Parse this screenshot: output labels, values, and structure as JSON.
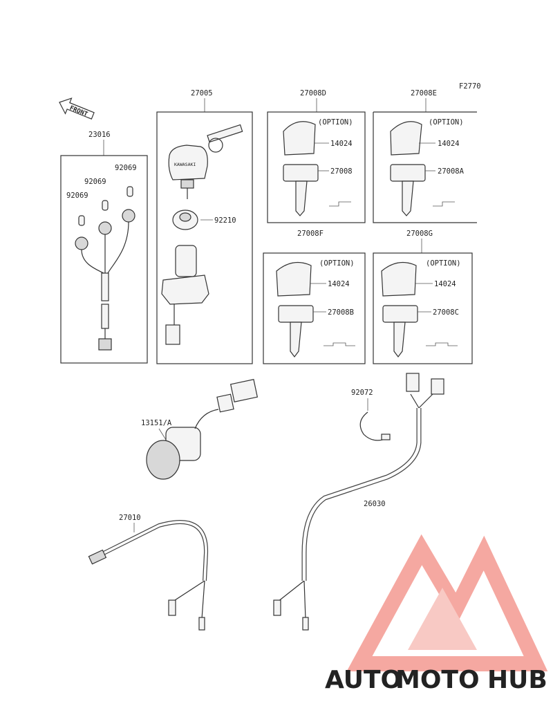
{
  "figure_code": "F2770",
  "front_arrow_text": "FRONT",
  "labels": {
    "p23016": "23016",
    "p27005": "27005",
    "p27008d": "27008D",
    "p27008e": "27008E",
    "p27008f": "27008F",
    "p27008g": "27008G",
    "p92069_a": "92069",
    "p92069_b": "92069",
    "p92069_c": "92069",
    "p92210": "92210",
    "p14024_d": "14024",
    "p14024_e": "14024",
    "p14024_f": "14024",
    "p14024_g": "14024",
    "p27008": "27008",
    "p27008a": "27008A",
    "p27008b": "27008B",
    "p27008c": "27008C",
    "p13151": "13151/A",
    "p92072": "92072",
    "p26030": "26030",
    "p27010": "27010"
  },
  "option_text": "(OPTION)",
  "key_brand_text": "KAWASAKI",
  "watermark": {
    "part1": "AUTO",
    "part2": "MOTO",
    "part3": "HUB",
    "color_primary": "#f2a23a",
    "color_secondary": "#ef6b6b",
    "color_dark": "#6d6d6d"
  }
}
